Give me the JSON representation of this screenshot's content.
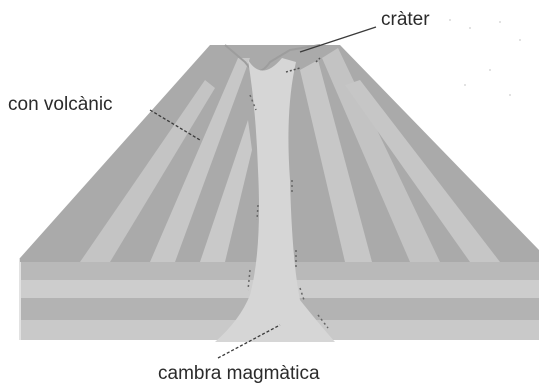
{
  "labels": {
    "crater": "cràter",
    "volcanic_cone": "con volcànic",
    "magma_chamber": "cambra magmàtica"
  },
  "colors": {
    "strata_dark": "#aaaaaa",
    "strata_light": "#c7c7c7",
    "magma": "#d6d6d6",
    "ground_dark": "#b3b3b3",
    "ground_light": "#cdcdcd",
    "leader_line": "#3a3a3a",
    "text": "#2b2b2b"
  }
}
